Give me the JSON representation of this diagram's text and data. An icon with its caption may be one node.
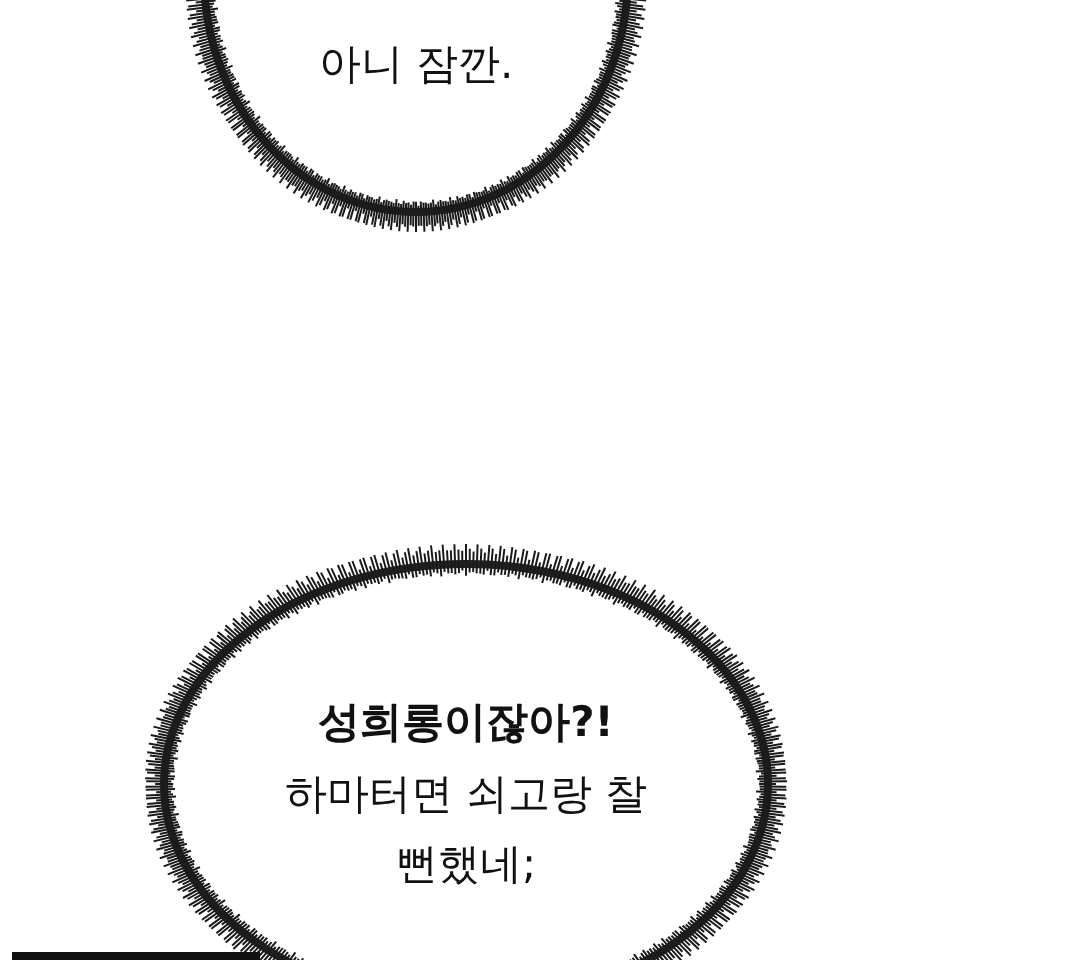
{
  "diagram": {
    "nodes": [
      {
        "text": [
          "아니 잠깐."
        ]
      },
      {
        "text": [
          "성희롱이잖아?!",
          "하마터면 쇠고랑 찰 뻔했네;"
        ]
      }
    ]
  }
}
